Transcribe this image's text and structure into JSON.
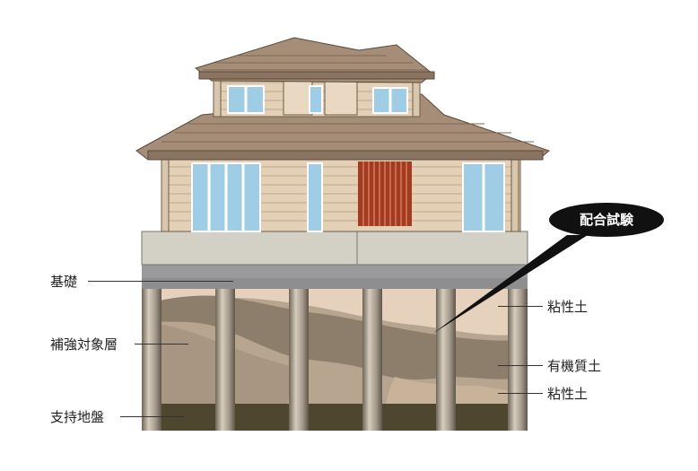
{
  "labels": {
    "foundation": "基礎",
    "reinforcement_layer": "補強対象層",
    "bearing_ground": "支持地盤",
    "clay_upper": "粘性土",
    "organic_soil": "有機質土",
    "clay_lower": "粘性土"
  },
  "callout": {
    "text": "配合試験"
  },
  "colors": {
    "callout_bg": "#111111",
    "foundation": "#9a9a9c",
    "bearing": "#4f4630",
    "organic": "#8a7a68",
    "clay": "#e8d5bf"
  }
}
